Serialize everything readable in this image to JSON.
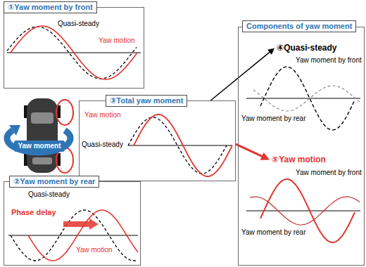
{
  "diagram": {
    "nodes": [
      {
        "text": [
          "①Yaw moment by front"
        ]
      },
      {
        "text": [
          "③Total yaw moment"
        ]
      },
      {
        "text": [
          "②Yaw moment by rear"
        ]
      },
      {
        "text": [
          "Components of yaw moment"
        ]
      },
      {
        "text": [
          "④Quasi-steady"
        ],
        "in": 3
      },
      {
        "text": [
          "⑤Yaw motion"
        ],
        "in": 3
      }
    ],
    "edges": [
      {
        "from": 1,
        "to": 4,
        "arrow": "to"
      },
      {
        "from": 1,
        "to": 5,
        "arrow": "to"
      }
    ],
    "labels": [
      "Quasi-steady",
      "Yaw motion",
      "Yaw moment",
      "Yaw motion",
      "Quasi-steady",
      "Quasi-steady",
      "Phase delay",
      "Yaw motion",
      "Yaw moment by front",
      "Yaw moment by rear",
      "Yaw moment by front",
      "Yaw moment by rear"
    ]
  }
}
